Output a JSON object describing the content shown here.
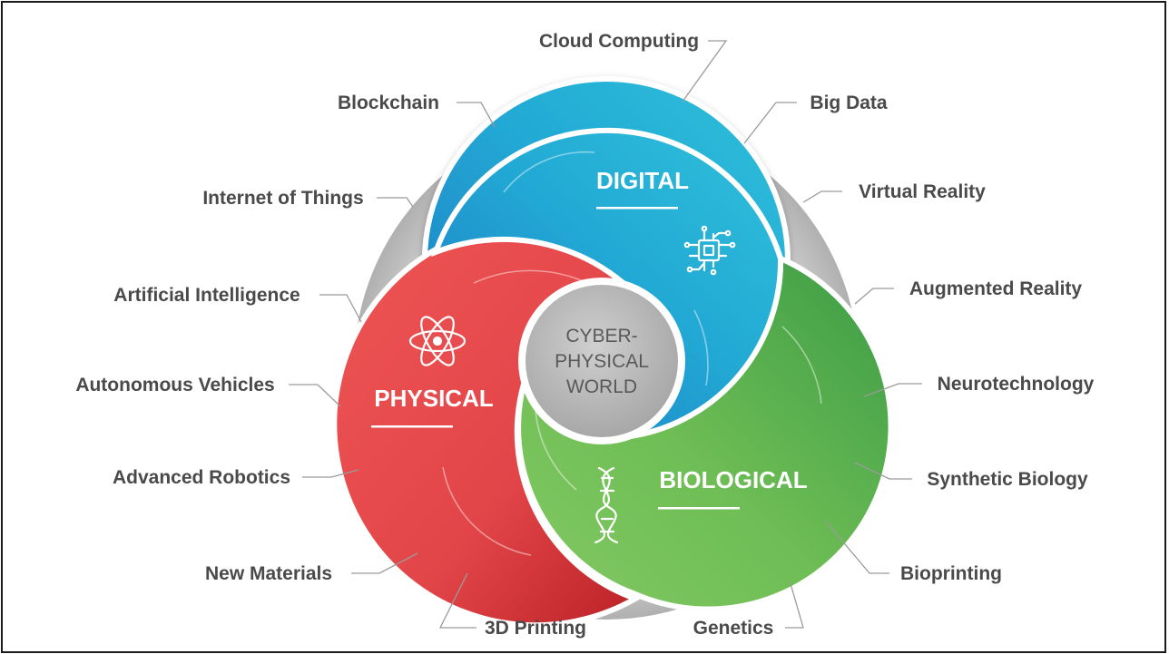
{
  "domains": {
    "digital": "DIGITAL",
    "physical": "PHYSICAL",
    "biological": "BIOLOGICAL"
  },
  "center": {
    "line1": "CYBER-",
    "line2": "PHYSICAL",
    "line3": "WORLD"
  },
  "technologies": {
    "cloud_computing": "Cloud Computing",
    "blockchain": "Blockchain",
    "big_data": "Big Data",
    "internet_of_things": "Internet of Things",
    "virtual_reality": "Virtual Reality",
    "artificial_intelligence": "Artificial Intelligence",
    "augmented_reality": "Augmented Reality",
    "autonomous_vehicles": "Autonomous Vehicles",
    "neurotechnology": "Neurotechnology",
    "advanced_robotics": "Advanced Robotics",
    "synthetic_biology": "Synthetic Biology",
    "new_materials": "New Materials",
    "bioprinting": "Bioprinting",
    "printing_3d": "3D Printing",
    "genetics": "Genetics"
  },
  "colors": {
    "digital_light": "#2ab6d6",
    "digital_dark": "#1c87c9",
    "physical_light": "#ee5050",
    "physical_dark": "#c7272b",
    "biological_light": "#7cc45c",
    "biological_dark": "#3a9a44",
    "ring_gray": "#c4c4c4",
    "center_gray": "#bdbdbd",
    "label_text": "#4a4a4a"
  },
  "icons": [
    "circuit-chip-icon",
    "atom-icon",
    "dna-icon"
  ]
}
